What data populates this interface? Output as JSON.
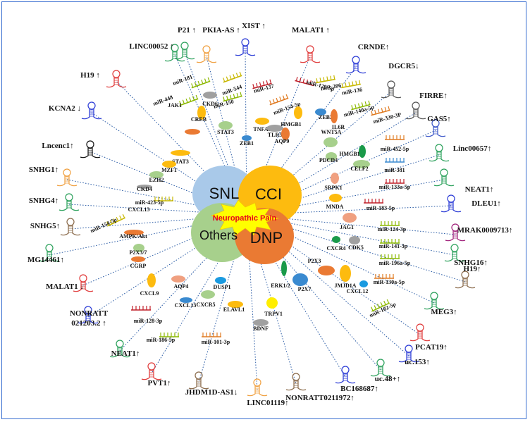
{
  "center": {
    "circles": [
      {
        "label": "SNL",
        "color": "#a9c9e9"
      },
      {
        "label": "CCI",
        "color": "#fdbb0f"
      },
      {
        "label": "Others",
        "color": "#a7d08c"
      },
      {
        "label": "DNP",
        "color": "#ea7a33"
      }
    ],
    "burst_label": "Neuropathic Pain",
    "burst_color": "#ffff00"
  },
  "lncrnas": [
    {
      "label": "XIST ↑",
      "color": "#2b3bd6"
    },
    {
      "label": "MALAT1 ↑",
      "color": "#e03a3a"
    },
    {
      "label": "CRNDE↑",
      "color": "#2b3bd6"
    },
    {
      "label": "DGCR5↓",
      "color": "#555555"
    },
    {
      "label": "FIRRE↑",
      "color": "#555555"
    },
    {
      "label": "GAS5↑",
      "color": "#3b56c8"
    },
    {
      "label": "Linc00657↑",
      "color": "#2aa05a"
    },
    {
      "label": "NEAT1↑",
      "color": "#2aa05a"
    },
    {
      "label": "DLEU1↑",
      "color": "#2b3bd6"
    },
    {
      "label": "MRAK0009713↑",
      "color": "#a0207a"
    },
    {
      "label": "SNHG16↑",
      "color": "#2aa05a"
    },
    {
      "label": "H19↑",
      "color": "#8a6a4a"
    },
    {
      "label": "MEG3↑",
      "color": "#2aa05a"
    },
    {
      "label": "PCAT19↑",
      "color": "#e03a3a"
    },
    {
      "label": "uc.153↑",
      "color": "#2b3bd6"
    },
    {
      "label": "uc.48+↑",
      "color": "#2aa05a"
    },
    {
      "label": "BC168687↑",
      "color": "#2b3bd6"
    },
    {
      "label": "NONRATT0211972↑",
      "color": "#8a6a4a"
    },
    {
      "label": "LINC01119↑",
      "color": "#f0a040"
    },
    {
      "label": "JHDM1D-AS1↓",
      "color": "#8a6a4a"
    },
    {
      "label": "PVT1↑",
      "color": "#e03a3a"
    },
    {
      "label": "NEAT1↑",
      "color": "#2aa05a"
    },
    {
      "label": "NONRATT",
      "label2": "021203.2 ↑",
      "color": "#2b3bd6"
    },
    {
      "label": "MALAT1 ↓",
      "color": "#e03a3a"
    },
    {
      "label": "MG14461↑",
      "color": "#2aa05a"
    },
    {
      "label": "SNHG5↑",
      "color": "#8a6a4a"
    },
    {
      "label": "SNHG4↑",
      "color": "#2aa05a"
    },
    {
      "label": "SNHG1↑",
      "color": "#f0a040"
    },
    {
      "label": "Lncenc1↑",
      "color": "#111111"
    },
    {
      "label": "KCNA2 ↓",
      "color": "#2b3bd6"
    },
    {
      "label": "H19 ↑",
      "color": "#e03a3a"
    },
    {
      "label": "LINC00052 ↑",
      "color": "#2aa05a"
    },
    {
      "label": "P21 ↑",
      "color": "#2aa05a"
    },
    {
      "label": "PKIA-AS ↑",
      "color": "#f0a040"
    }
  ],
  "mirnas": [
    {
      "label": "miR-181",
      "color": "#8cb800"
    },
    {
      "label": "miR-448",
      "color": "#8cb800"
    },
    {
      "label": "miR-544",
      "color": "#c8b800"
    },
    {
      "label": "miR-137",
      "color": "#c0202a"
    },
    {
      "label": "miR-150",
      "color": "#8cb800"
    },
    {
      "label": "miR-129-5p",
      "color": "#c0202a"
    },
    {
      "label": "miR-206",
      "color": "#c8b800"
    },
    {
      "label": "miR-154-5p",
      "color": "#e07a20"
    },
    {
      "label": "miR-136",
      "color": "#c8b800"
    },
    {
      "label": "miR-140a-5p",
      "color": "#8cb800"
    },
    {
      "label": "miR-330-3P",
      "color": "#e07a20"
    },
    {
      "label": "miR-452-5p",
      "color": "#e07a20"
    },
    {
      "label": "miR-381",
      "color": "#3a8ad0"
    },
    {
      "label": "miR-133a-5p",
      "color": "#c0202a"
    },
    {
      "label": "miR-183-5p",
      "color": "#c0202a"
    },
    {
      "label": "miR-124-3p",
      "color": "#8cb800"
    },
    {
      "label": "miR-141-3p",
      "color": "#8cb800"
    },
    {
      "label": "miR-196a-5p",
      "color": "#8cb800"
    },
    {
      "label": "miR-130a-5p",
      "color": "#e07a20"
    },
    {
      "label": "miR-182-5p",
      "color": "#8cb800"
    },
    {
      "label": "miR-423-5p",
      "color": "#c8b800"
    },
    {
      "label": "miR-154-5p",
      "color": "#c8b800"
    },
    {
      "label": "miR-128-3p",
      "color": "#c0202a"
    },
    {
      "label": "miR-186-5p",
      "color": "#8cb800"
    },
    {
      "label": "miR-101-3p",
      "color": "#e07a20"
    }
  ],
  "proteins": [
    {
      "label": "CKD6",
      "color": "#a0a0a0"
    },
    {
      "label": "JAK1",
      "color": "#fdbb0f"
    },
    {
      "label": "CREB",
      "color": "#ea7a33"
    },
    {
      "label": "STAT3",
      "color": "#a7d08c"
    },
    {
      "label": "TNFAIP1",
      "color": "#fdbb0f"
    },
    {
      "label": "ZEB1",
      "color": "#3a8ad0"
    },
    {
      "label": "TLR5",
      "color": "#a0a0a0"
    },
    {
      "label": "HMGB1",
      "color": "#fdbb0f"
    },
    {
      "label": "AQP9",
      "color": "#ea7a33"
    },
    {
      "label": "ZEB2",
      "color": "#3a8ad0"
    },
    {
      "label": "IL6R",
      "color": "#ea7a33"
    },
    {
      "label": "STAT3",
      "color": "#fdbb0f"
    },
    {
      "label": "MZF1",
      "color": "#fdbb0f"
    },
    {
      "label": "EZH2",
      "color": "#a7d08c"
    },
    {
      "label": "CKD4",
      "color": "#a0a0a0"
    },
    {
      "label": "WNT5A",
      "color": "#a7d08c"
    },
    {
      "label": "PDCD4",
      "color": "#a7d08c"
    },
    {
      "label": "HMGB1",
      "color": "#1a9a4a"
    },
    {
      "label": "CELF2",
      "color": "#a7d08c"
    },
    {
      "label": "SRPK1",
      "color": "#f0a080"
    },
    {
      "label": "MNDA",
      "color": "#fdbb0f"
    },
    {
      "label": "JAG1",
      "color": "#f0a080"
    },
    {
      "label": "CXCR4",
      "color": "#1a9a4a"
    },
    {
      "label": "CDK5",
      "color": "#a0a0a0"
    },
    {
      "label": "CXCL13",
      "color": "#fdbb0f"
    },
    {
      "label": "AMPK/Akt",
      "color": "#ea7a33"
    },
    {
      "label": "P2X3/7",
      "color": "#a7d08c"
    },
    {
      "label": "CGRP",
      "color": "#ea7a33"
    },
    {
      "label": "CXCL9",
      "color": "#fdbb0f"
    },
    {
      "label": "AQP4",
      "color": "#f0a080"
    },
    {
      "label": "CXCL13",
      "color": "#3a8ad0"
    },
    {
      "label": "CXCR5",
      "color": "#a7d08c"
    },
    {
      "label": "DUSP1",
      "color": "#1a9ae0"
    },
    {
      "label": "ELAVL1",
      "color": "#fdbb0f"
    },
    {
      "label": "ERK1/2",
      "color": "#1a9a4a"
    },
    {
      "label": "TRPV1",
      "color": "#ffee00"
    },
    {
      "label": "BDNF",
      "color": "#a0a0a0"
    },
    {
      "label": "P2X3",
      "color": "#ea7a33"
    },
    {
      "label": "P2X7",
      "color": "#3a8ad0"
    },
    {
      "label": "JMJD1A",
      "color": "#fdbb0f"
    },
    {
      "label": "CXCL12",
      "color": "#1a9ae0"
    }
  ]
}
